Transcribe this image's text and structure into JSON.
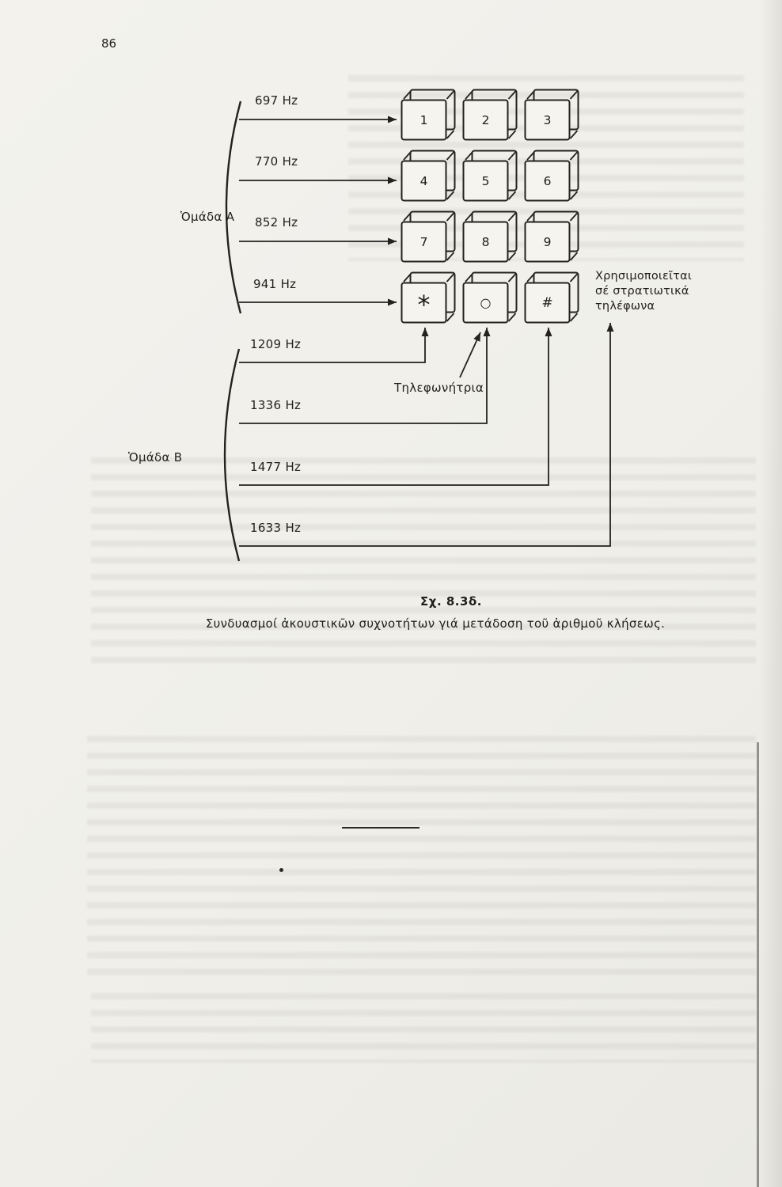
{
  "page": {
    "number": "86",
    "colors": {
      "paper": "#f0efea",
      "ink": "#23221f"
    }
  },
  "figure": {
    "keypad": {
      "keys": [
        "1",
        "2",
        "3",
        "4",
        "5",
        "6",
        "7",
        "8",
        "9",
        "*",
        "○",
        "#"
      ]
    },
    "row_frequencies": {
      "group_label": "Ὁμάδα A",
      "items": [
        "697 Hz",
        "770 Hz",
        "852 Hz",
        "941 Hz"
      ]
    },
    "column_frequencies": {
      "group_label": "Ὁμάδα B",
      "items": [
        "1209 Hz",
        "1336 Hz",
        "1477 Hz",
        "1633 Hz"
      ]
    },
    "annotations": {
      "operator_label": "Τηλεφωνήτρια",
      "military_note_lines": [
        "Χρησιμοποιεῖται",
        "σέ στρατιωτικά",
        "τηλέφωνα"
      ]
    },
    "caption": {
      "number": "Σχ. 8.3δ.",
      "text": "Συνδυασμοί ἀκουστικῶν συχνοτήτων γιά μετάδοση τοῦ ἀριθμοῦ κλήσεως."
    }
  }
}
